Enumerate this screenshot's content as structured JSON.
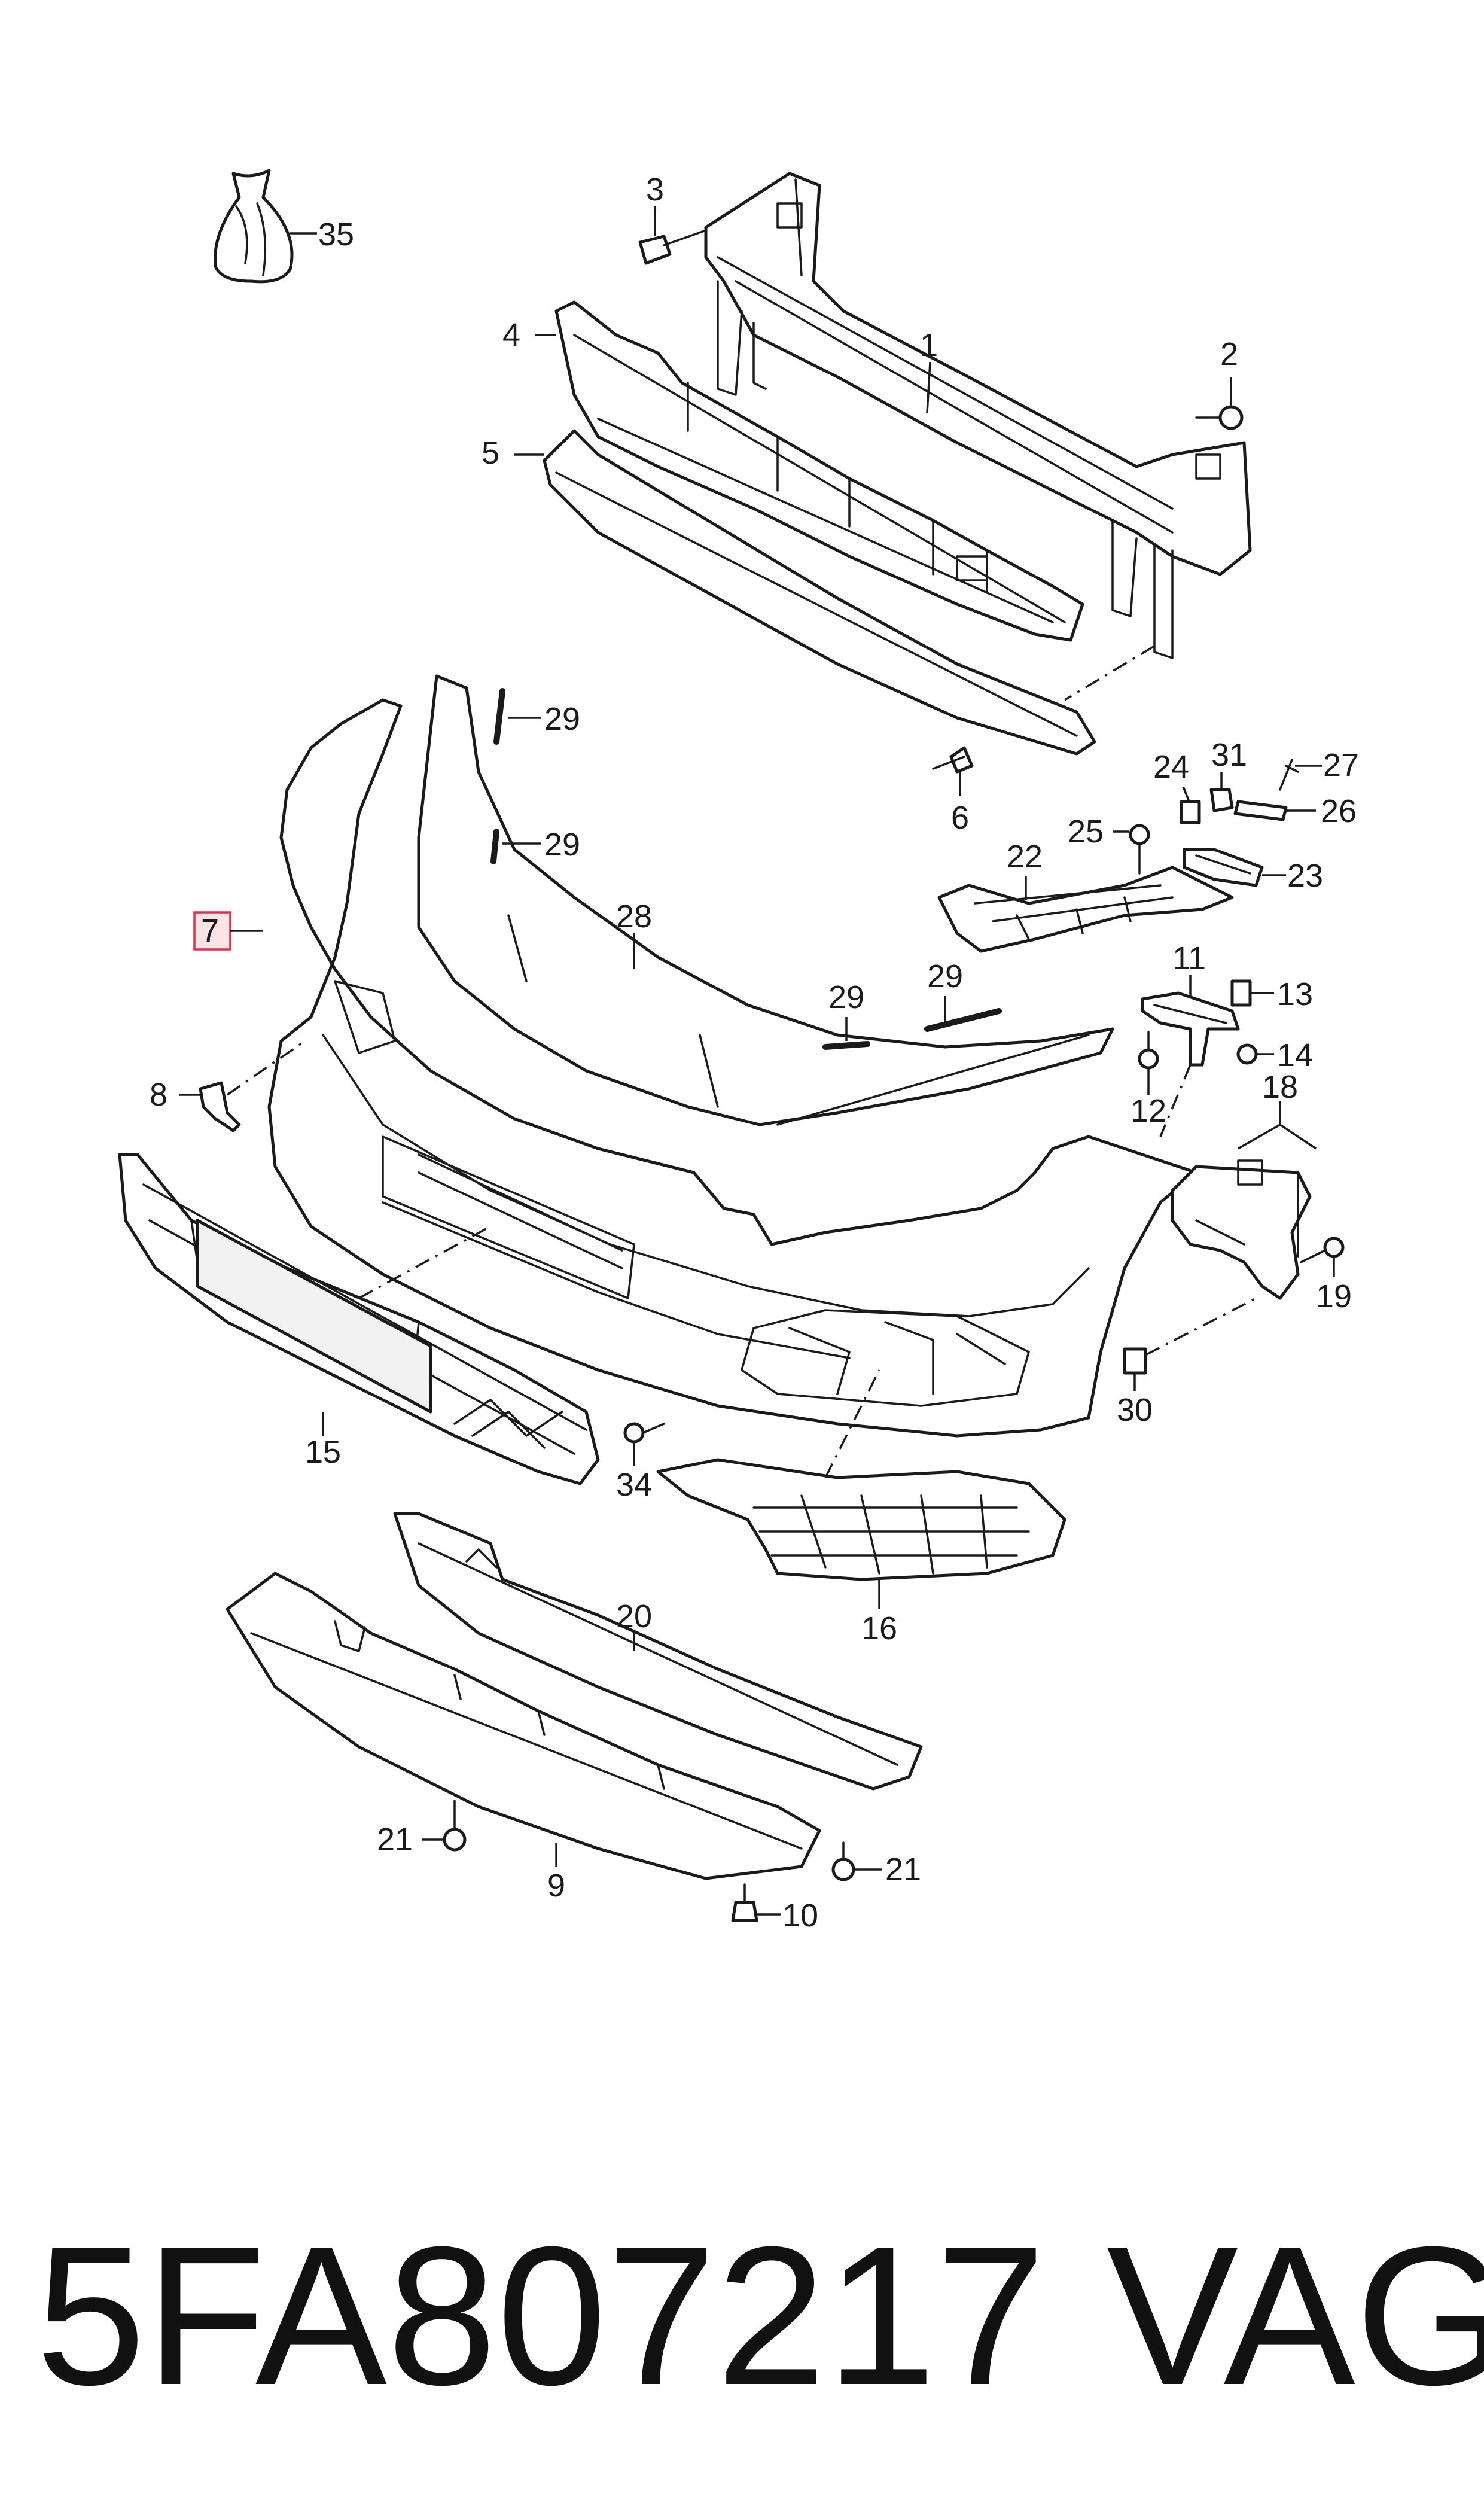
{
  "callouts": {
    "c1": "1",
    "c2": "2",
    "c3": "3",
    "c4": "4",
    "c5": "5",
    "c6": "6",
    "c7": "7",
    "c8": "8",
    "c9": "9",
    "c10": "10",
    "c11": "11",
    "c12": "12",
    "c13": "13",
    "c14": "14",
    "c15": "15",
    "c16": "16",
    "c18": "18",
    "c19": "19",
    "c20": "20",
    "c21a": "21",
    "c21b": "21",
    "c22": "22",
    "c23": "23",
    "c24": "24",
    "c25": "25",
    "c26": "26",
    "c27": "27",
    "c28": "28",
    "c29a": "29",
    "c29b": "29",
    "c29c": "29",
    "c29d": "29",
    "c30": "30",
    "c31": "31",
    "c34": "34",
    "c35": "35"
  },
  "highlighted_callout": "7",
  "highlight_color": "#d9344c",
  "footer": {
    "part_number": "5FA807217",
    "brand": "VAG"
  }
}
